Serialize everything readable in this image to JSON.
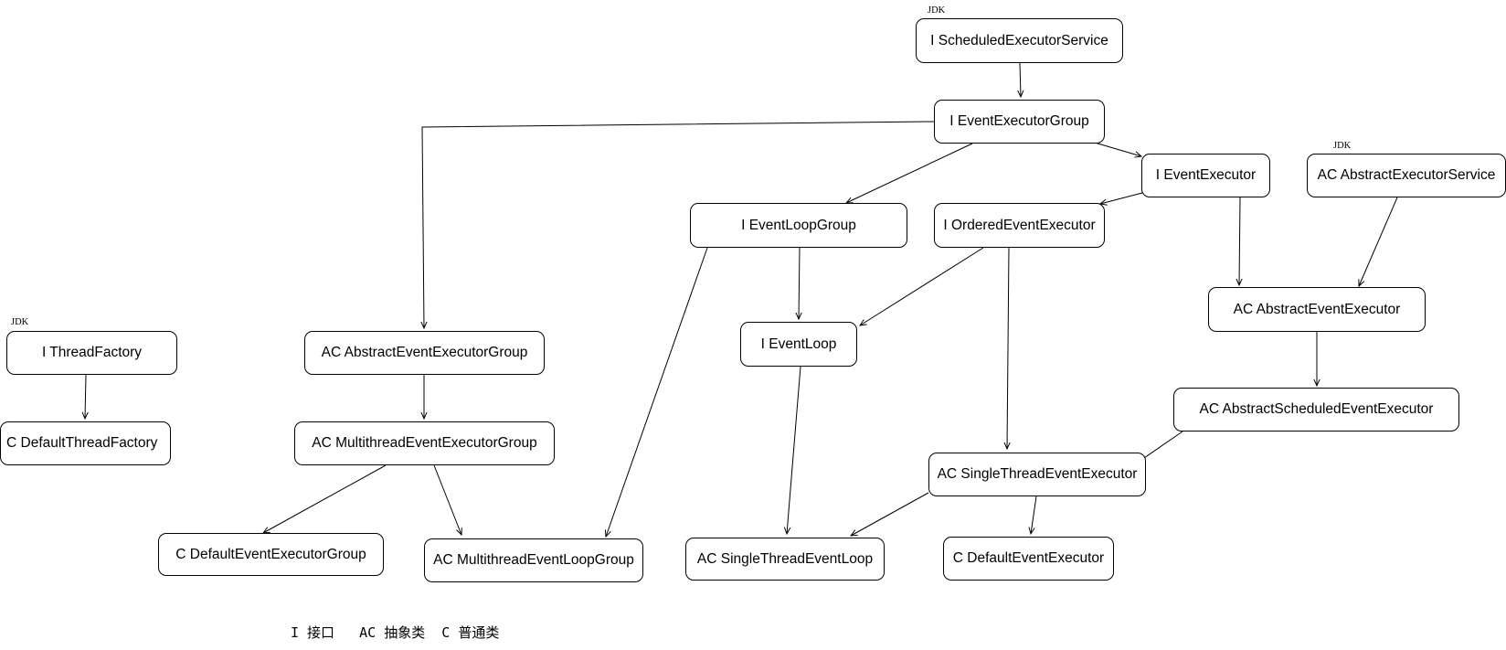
{
  "nodes": {
    "scheduled_executor_service": "I ScheduledExecutorService",
    "event_executor_group": "I  EventExecutorGroup",
    "event_executor": "I EventExecutor",
    "abstract_executor_service": "AC AbstractExecutorService",
    "event_loop_group": "I EventLoopGroup",
    "ordered_event_executor": "I OrderedEventExecutor",
    "abstract_event_executor": "AC AbstractEventExecutor",
    "thread_factory": "I ThreadFactory",
    "abstract_event_executor_group": "AC AbstractEventExecutorGroup",
    "event_loop": "I EventLoop",
    "abstract_scheduled_event_executor": "AC AbstractScheduledEventExecutor",
    "default_thread_factory": "C DefaultThreadFactory",
    "multithread_event_executor_group": "AC MultithreadEventExecutorGroup",
    "single_thread_event_executor": "AC SingleThreadEventExecutor",
    "default_event_executor_group": "C DefaultEventExecutorGroup",
    "multithread_event_loop_group": "AC MultithreadEventLoopGroup",
    "single_thread_event_loop": "AC SingleThreadEventLoop",
    "default_event_executor": "C DefaultEventExecutor"
  },
  "tags": {
    "jdk_scheduled": "JDK",
    "jdk_abstract_executor": "JDK",
    "jdk_thread_factory": "JDK"
  },
  "legend": "I 接口   AC 抽象类  C 普通类",
  "colors": {
    "stroke": "#000000",
    "fill": "#ffffff"
  }
}
